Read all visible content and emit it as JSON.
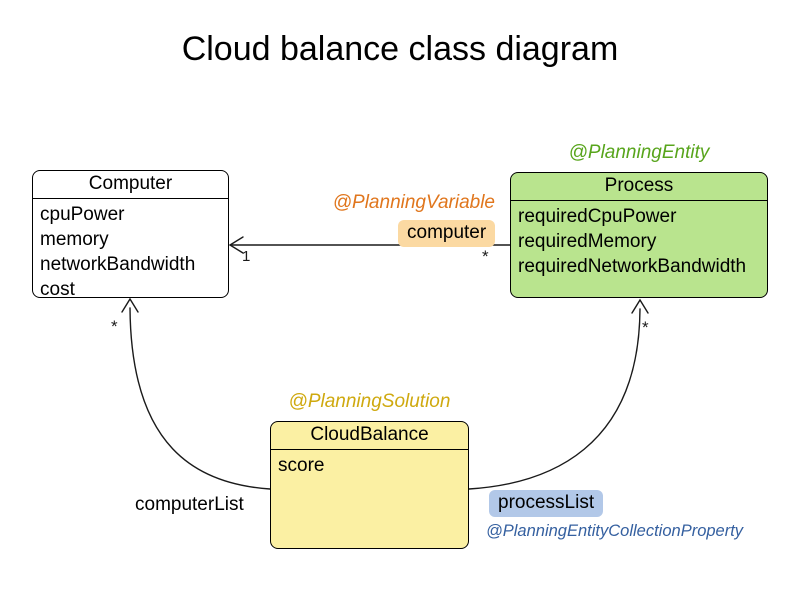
{
  "title": "Cloud balance class diagram",
  "classes": {
    "computer": {
      "name": "Computer",
      "attributes": [
        "cpuPower",
        "memory",
        "networkBandwidth",
        "cost"
      ]
    },
    "process": {
      "name": "Process",
      "annotation": "@PlanningEntity",
      "attributes": [
        "requiredCpuPower",
        "requiredMemory",
        "requiredNetworkBandwidth"
      ]
    },
    "cloudbalance": {
      "name": "CloudBalance",
      "annotation": "@PlanningSolution",
      "attributes": [
        "score"
      ]
    }
  },
  "relations": {
    "computer_variable": {
      "annotation": "@PlanningVariable",
      "label": "computer",
      "multiplicity_target": "1",
      "multiplicity_source": "*"
    },
    "computer_list": {
      "label": "computerList",
      "multiplicity": "*"
    },
    "process_list": {
      "label": "processList",
      "annotation": "@PlanningEntityCollectionProperty",
      "multiplicity": "*"
    }
  },
  "colors": {
    "process_fill": "#b9e48e",
    "cloudbalance_fill": "#fbf0a3",
    "computer_fill": "#ffffff",
    "entity_annotation_text": "#58a51c",
    "variable_annotation_text": "#e0761d",
    "solution_annotation_text": "#cfa90f",
    "collection_annotation_text": "#3560a0",
    "computer_badge_fill": "#fbd9a2",
    "processlist_badge_fill": "#b2c8e8",
    "line": "#1a1a1a"
  }
}
